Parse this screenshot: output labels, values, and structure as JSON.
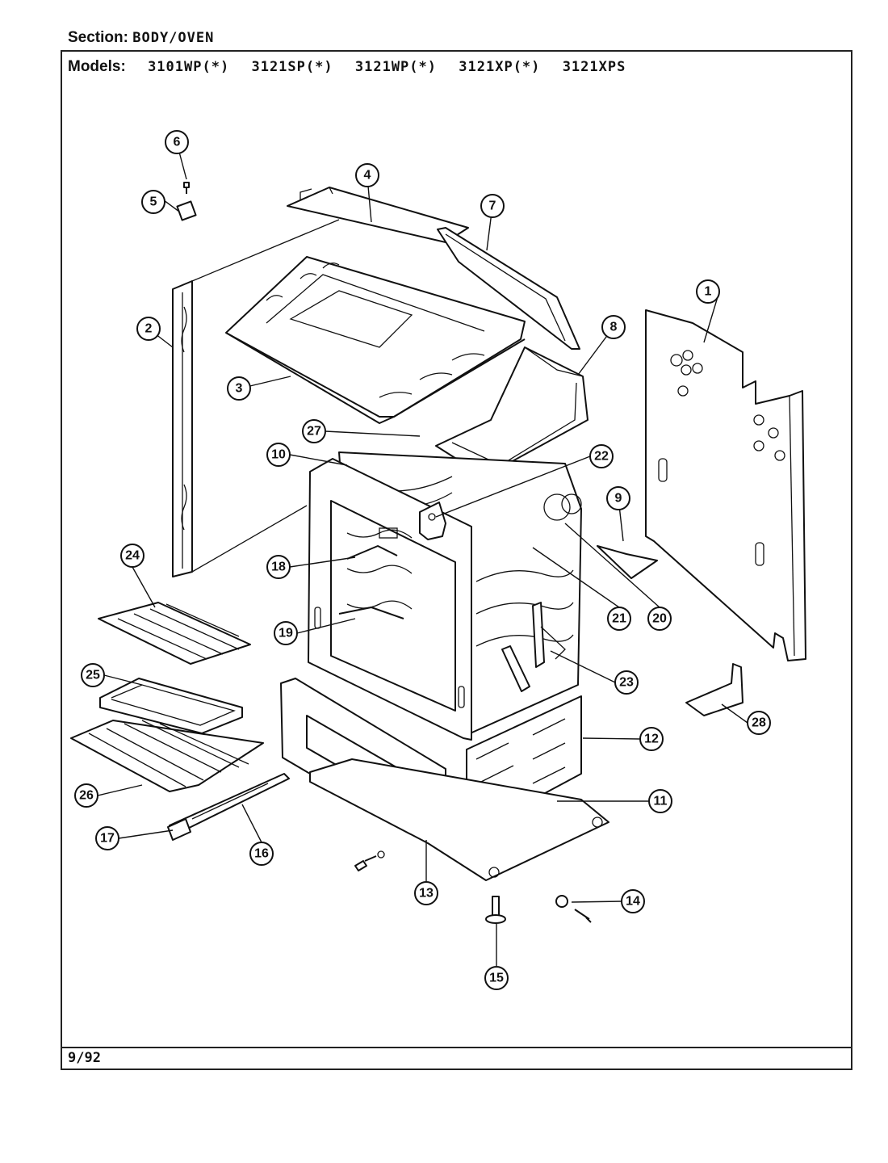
{
  "header": {
    "section_label": "Section:",
    "section_value": "BODY/OVEN",
    "models_label": "Models:",
    "models": [
      "3101WP(*)",
      "3121SP(*)",
      "3121WP(*)",
      "3121XP(*)",
      "3121XPS"
    ]
  },
  "footer": {
    "date_code": "9/92"
  },
  "callouts": [
    "1",
    "2",
    "3",
    "4",
    "5",
    "6",
    "7",
    "8",
    "9",
    "10",
    "11",
    "12",
    "13",
    "14",
    "15",
    "16",
    "17",
    "18",
    "19",
    "20",
    "21",
    "22",
    "23",
    "24",
    "25",
    "26",
    "27",
    "28"
  ]
}
